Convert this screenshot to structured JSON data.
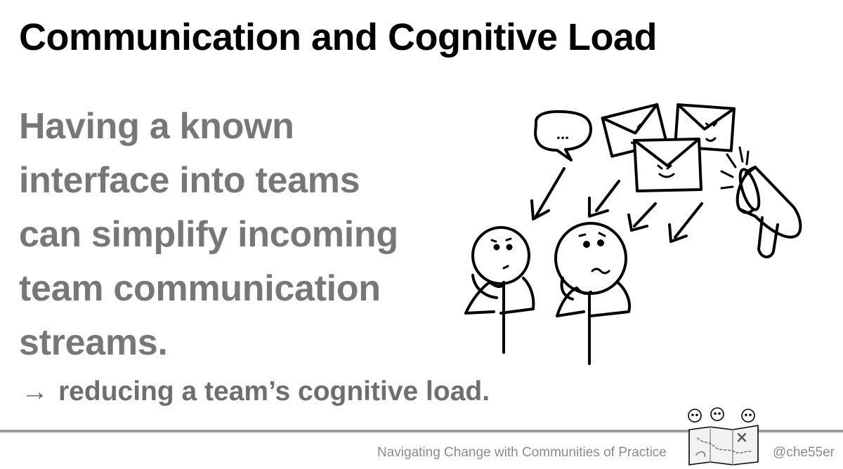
{
  "slide": {
    "title": "Communication and Cognitive Load",
    "body_lines": [
      "Having a known",
      "interface into teams",
      "can simplify incoming",
      "team communication",
      "streams."
    ],
    "sub_arrow": "→",
    "sub_text": "reducing a team’s cognitive load.",
    "speech_bubble_text": "..."
  },
  "footer": {
    "title": "Navigating Change with Communities of Practice",
    "handle": "@che55er"
  },
  "colors": {
    "title": "#000000",
    "body": "#777777",
    "footer_text": "#8a8a8a",
    "rule": "#9d9d9d"
  },
  "icons": [
    "speech-bubble-icon",
    "envelope-icon",
    "megaphone-icon",
    "stick-figure-icon",
    "arrow-icon",
    "map-logo-icon"
  ]
}
